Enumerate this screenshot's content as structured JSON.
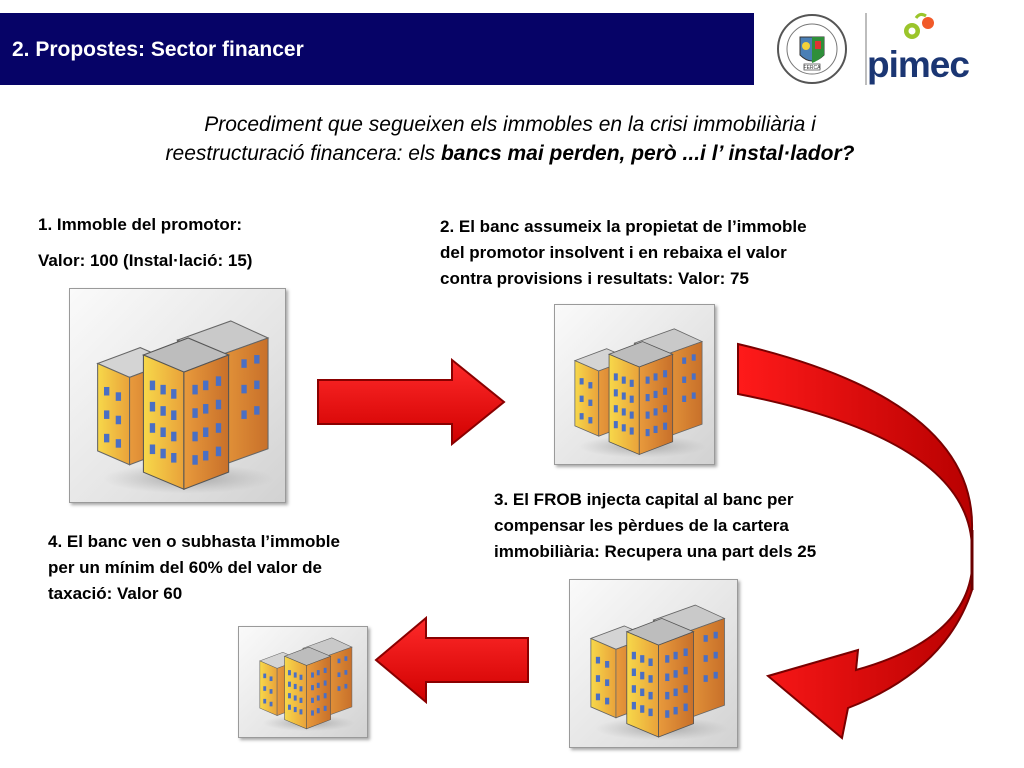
{
  "header": {
    "title": "2. Propostes: Sector financer",
    "accent": "#060367"
  },
  "logos": {
    "ferca_label": "FERCA",
    "pimec_label": "pimec"
  },
  "intro": {
    "line1": "Procediment que segueixen els immobles en la crisi immobiliària i",
    "line2_pre": "reestructuració financera: els ",
    "line2_bold": "bancs mai perden, però ...i l’ instal·lador?"
  },
  "steps": {
    "step1_title": "1. Immoble del promotor:",
    "step1_value": "Valor: 100 (Instal·lació: 15)",
    "step2_l1": "2. El banc assumeix la propietat de l’immoble",
    "step2_l2": "del promotor insolvent i en rebaixa el valor",
    "step2_l3": "contra provisions i resultats: Valor: 75",
    "step3_l1": "3. El FROB injecta capital al banc per",
    "step3_l2": "compensar les pèrdues de la cartera",
    "step3_l3": "immobiliària: Recupera una part dels 25",
    "step4_l1": "4. El banc ven o subhasta l’immoble",
    "step4_l2": "per un mínim del 60% del valor de",
    "step4_l3": "taxació:  Valor 60"
  },
  "colors": {
    "arrow": "#e80000",
    "arrow_dark": "#9a0000"
  }
}
